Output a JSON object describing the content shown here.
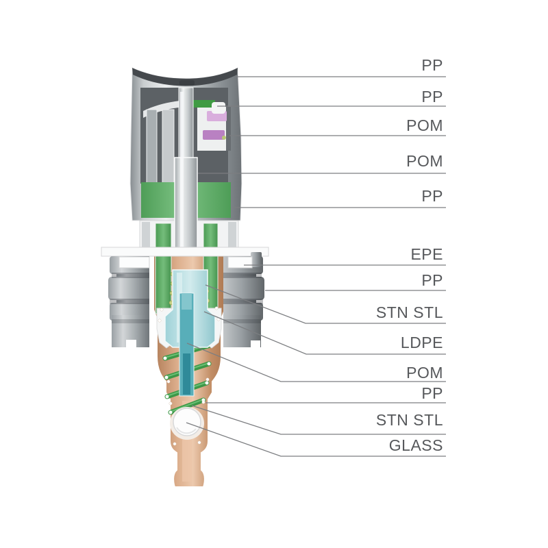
{
  "figure": {
    "type": "pump-cross-section-diagram",
    "material_labels": [
      {
        "text": "PP"
      },
      {
        "text": "PP"
      },
      {
        "text": "POM"
      },
      {
        "text": "POM"
      },
      {
        "text": "PP"
      },
      {
        "text": "EPE"
      },
      {
        "text": "PP"
      },
      {
        "text": "STN STL"
      },
      {
        "text": "LDPE"
      },
      {
        "text": "POM"
      },
      {
        "text": "PP"
      },
      {
        "text": "STN STL"
      },
      {
        "text": "GLASS"
      }
    ],
    "colors": {
      "background": "#ffffff",
      "label_text": "#56585b",
      "leader_line": "#7c7e81",
      "metal_gray": "#b3b8bb",
      "collar_green": "#5fae66",
      "body_copper": "#c89070",
      "piston_cyan": "#9fd2d8",
      "piston_teal": "#58aeb9",
      "seal_pink": "#c993cf",
      "spring_green": "#3c9747"
    }
  }
}
